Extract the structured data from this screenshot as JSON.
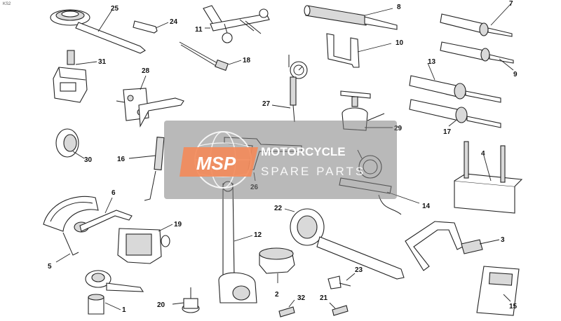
{
  "corner_text": "KS2",
  "watermark": {
    "logo_text": "MSP",
    "line1": "MOTORCYCLE",
    "line2": "SPARE PARTS",
    "accent_color": "#f28a5a",
    "box_color": "#7f7f7f"
  },
  "callouts": {
    "c1": "1",
    "c2": "2",
    "c3": "3",
    "c4": "4",
    "c5": "5",
    "c6": "6",
    "c7": "7",
    "c8": "8",
    "c9": "9",
    "c10": "10",
    "c11": "11",
    "c12": "12",
    "c13": "13",
    "c14": "14",
    "c15": "15",
    "c16": "16",
    "c17": "17",
    "c18": "18",
    "c19": "19",
    "c20": "20",
    "c21": "21",
    "c22": "22",
    "c23": "23",
    "c24": "24",
    "c25": "25",
    "c26": "26",
    "c27": "27",
    "c28": "28",
    "c29": "29",
    "c30": "30",
    "c31": "31",
    "c32": "32"
  },
  "icons": [
    "globe-icon"
  ]
}
